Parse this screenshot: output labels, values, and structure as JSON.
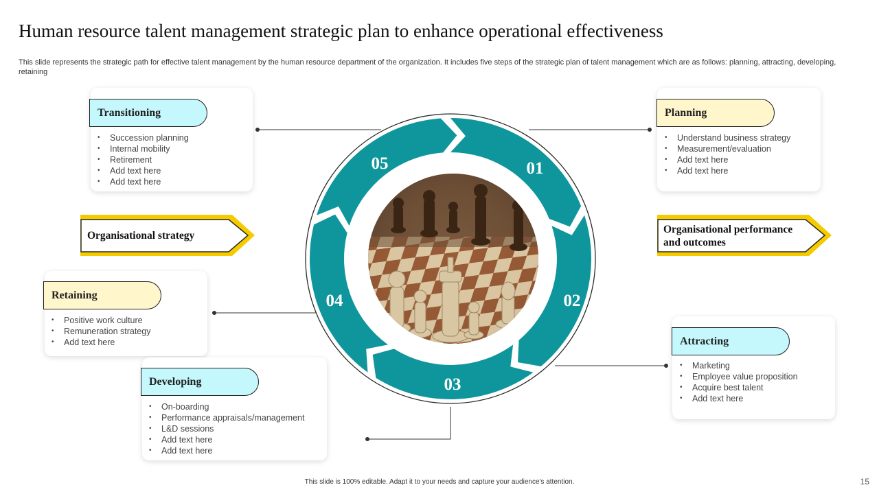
{
  "slide": {
    "title": "Human resource talent management strategic plan to enhance operational effectiveness",
    "subtitle": "This slide represents the strategic path for effective talent management by the human resource department of the organization. It includes five steps of the strategic plan of talent management which are as follows: planning, attracting, developing, retaining",
    "footer": "This slide is 100% editable. Adapt it to your needs and capture your audience's attention.",
    "page_number": "15"
  },
  "cycle": {
    "steps": [
      "01",
      "02",
      "03",
      "04",
      "05"
    ],
    "color": "#0f969c",
    "center_image": "chess-pieces-photo"
  },
  "arrows": {
    "left_label": "Organisational strategy",
    "right_label": "Organisational performance and outcomes",
    "accent_color": "#f5cb00"
  },
  "stages": {
    "transitioning": {
      "title": "Transitioning",
      "items": [
        "Succession planning",
        "Internal  mobility",
        "Retirement",
        "Add text here",
        "Add text here"
      ]
    },
    "planning": {
      "title": "Planning",
      "items": [
        "Understand  business strategy",
        "Measurement/evaluation",
        "Add text here",
        "Add text here"
      ]
    },
    "retaining": {
      "title": "Retaining",
      "items": [
        "Positive work culture",
        "Remuneration  strategy",
        "Add text here"
      ]
    },
    "developing": {
      "title": "Developing",
      "items": [
        "On-boarding",
        "Performance  appraisals/management",
        "L&D sessions",
        "Add text here",
        "Add text here"
      ]
    },
    "attracting": {
      "title": "Attracting",
      "items": [
        "Marketing",
        "Employee value  proposition",
        "Acquire  best talent",
        "Add text here"
      ]
    }
  },
  "colors": {
    "teal_pill": "#c5f8fd",
    "yellow_pill": "#fff6cc"
  }
}
